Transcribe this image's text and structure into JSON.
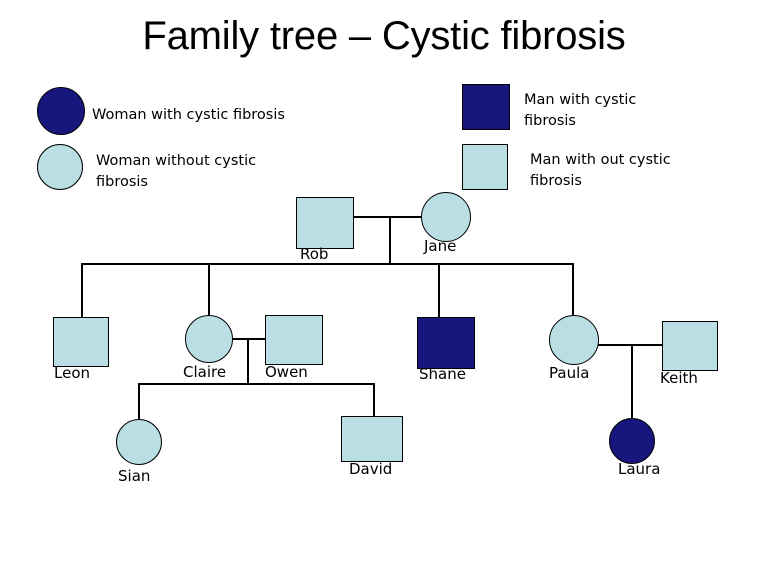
{
  "title": "Family tree – Cystic fibrosis",
  "colors": {
    "affected": "#16167d",
    "unaffected": "#b9dee3",
    "outline": "#000000",
    "background": "#ffffff",
    "text": "#000000"
  },
  "legend": {
    "items": [
      {
        "id": "woman-affected",
        "label": "Woman with cystic fibrosis",
        "shape": "circle",
        "fill": "#16167d",
        "sex": "female",
        "affected": true
      },
      {
        "id": "woman-unaffected",
        "label": "Woman without cystic fibrosis",
        "shape": "circle",
        "fill": "#b9dee3",
        "sex": "female",
        "affected": false
      },
      {
        "id": "man-affected",
        "label": "Man with cystic fibrosis",
        "shape": "square",
        "fill": "#16167d",
        "sex": "male",
        "affected": true
      },
      {
        "id": "man-unaffected",
        "label": "Man with out cystic fibrosis",
        "shape": "square",
        "fill": "#b9dee3",
        "sex": "male",
        "affected": false
      }
    ]
  },
  "pedigree": {
    "generations": [
      {
        "generation": 1,
        "members": [
          {
            "name": "Rob",
            "sex": "male",
            "affected": false,
            "shape": "square"
          },
          {
            "name": "Jane",
            "sex": "female",
            "affected": false,
            "shape": "circle"
          }
        ]
      },
      {
        "generation": 2,
        "members": [
          {
            "name": "Leon",
            "sex": "male",
            "affected": false,
            "shape": "square"
          },
          {
            "name": "Claire",
            "sex": "female",
            "affected": false,
            "shape": "circle"
          },
          {
            "name": "Owen",
            "sex": "male",
            "affected": false,
            "shape": "square"
          },
          {
            "name": "Shane",
            "sex": "male",
            "affected": true,
            "shape": "square"
          },
          {
            "name": "Paula",
            "sex": "female",
            "affected": false,
            "shape": "circle"
          },
          {
            "name": "Keith",
            "sex": "male",
            "affected": false,
            "shape": "square"
          }
        ]
      },
      {
        "generation": 3,
        "members": [
          {
            "name": "Sian",
            "sex": "female",
            "affected": false,
            "shape": "circle"
          },
          {
            "name": "David",
            "sex": "male",
            "affected": false,
            "shape": "square"
          },
          {
            "name": "Laura",
            "sex": "female",
            "affected": true,
            "shape": "circle"
          }
        ]
      }
    ],
    "unions": [
      {
        "partners": [
          "Rob",
          "Jane"
        ],
        "children": [
          "Leon",
          "Claire",
          "Shane",
          "Paula"
        ]
      },
      {
        "partners": [
          "Claire",
          "Owen"
        ],
        "children": [
          "Sian",
          "David"
        ]
      },
      {
        "partners": [
          "Paula",
          "Keith"
        ],
        "children": [
          "Laura"
        ]
      }
    ],
    "names": {
      "rob": "Rob",
      "jane": "Jane",
      "leon": "Leon",
      "claire": "Claire",
      "owen": "Owen",
      "shane": "Shane",
      "paula": "Paula",
      "keith": "Keith",
      "sian": "Sian",
      "david": "David",
      "laura": "Laura"
    }
  }
}
